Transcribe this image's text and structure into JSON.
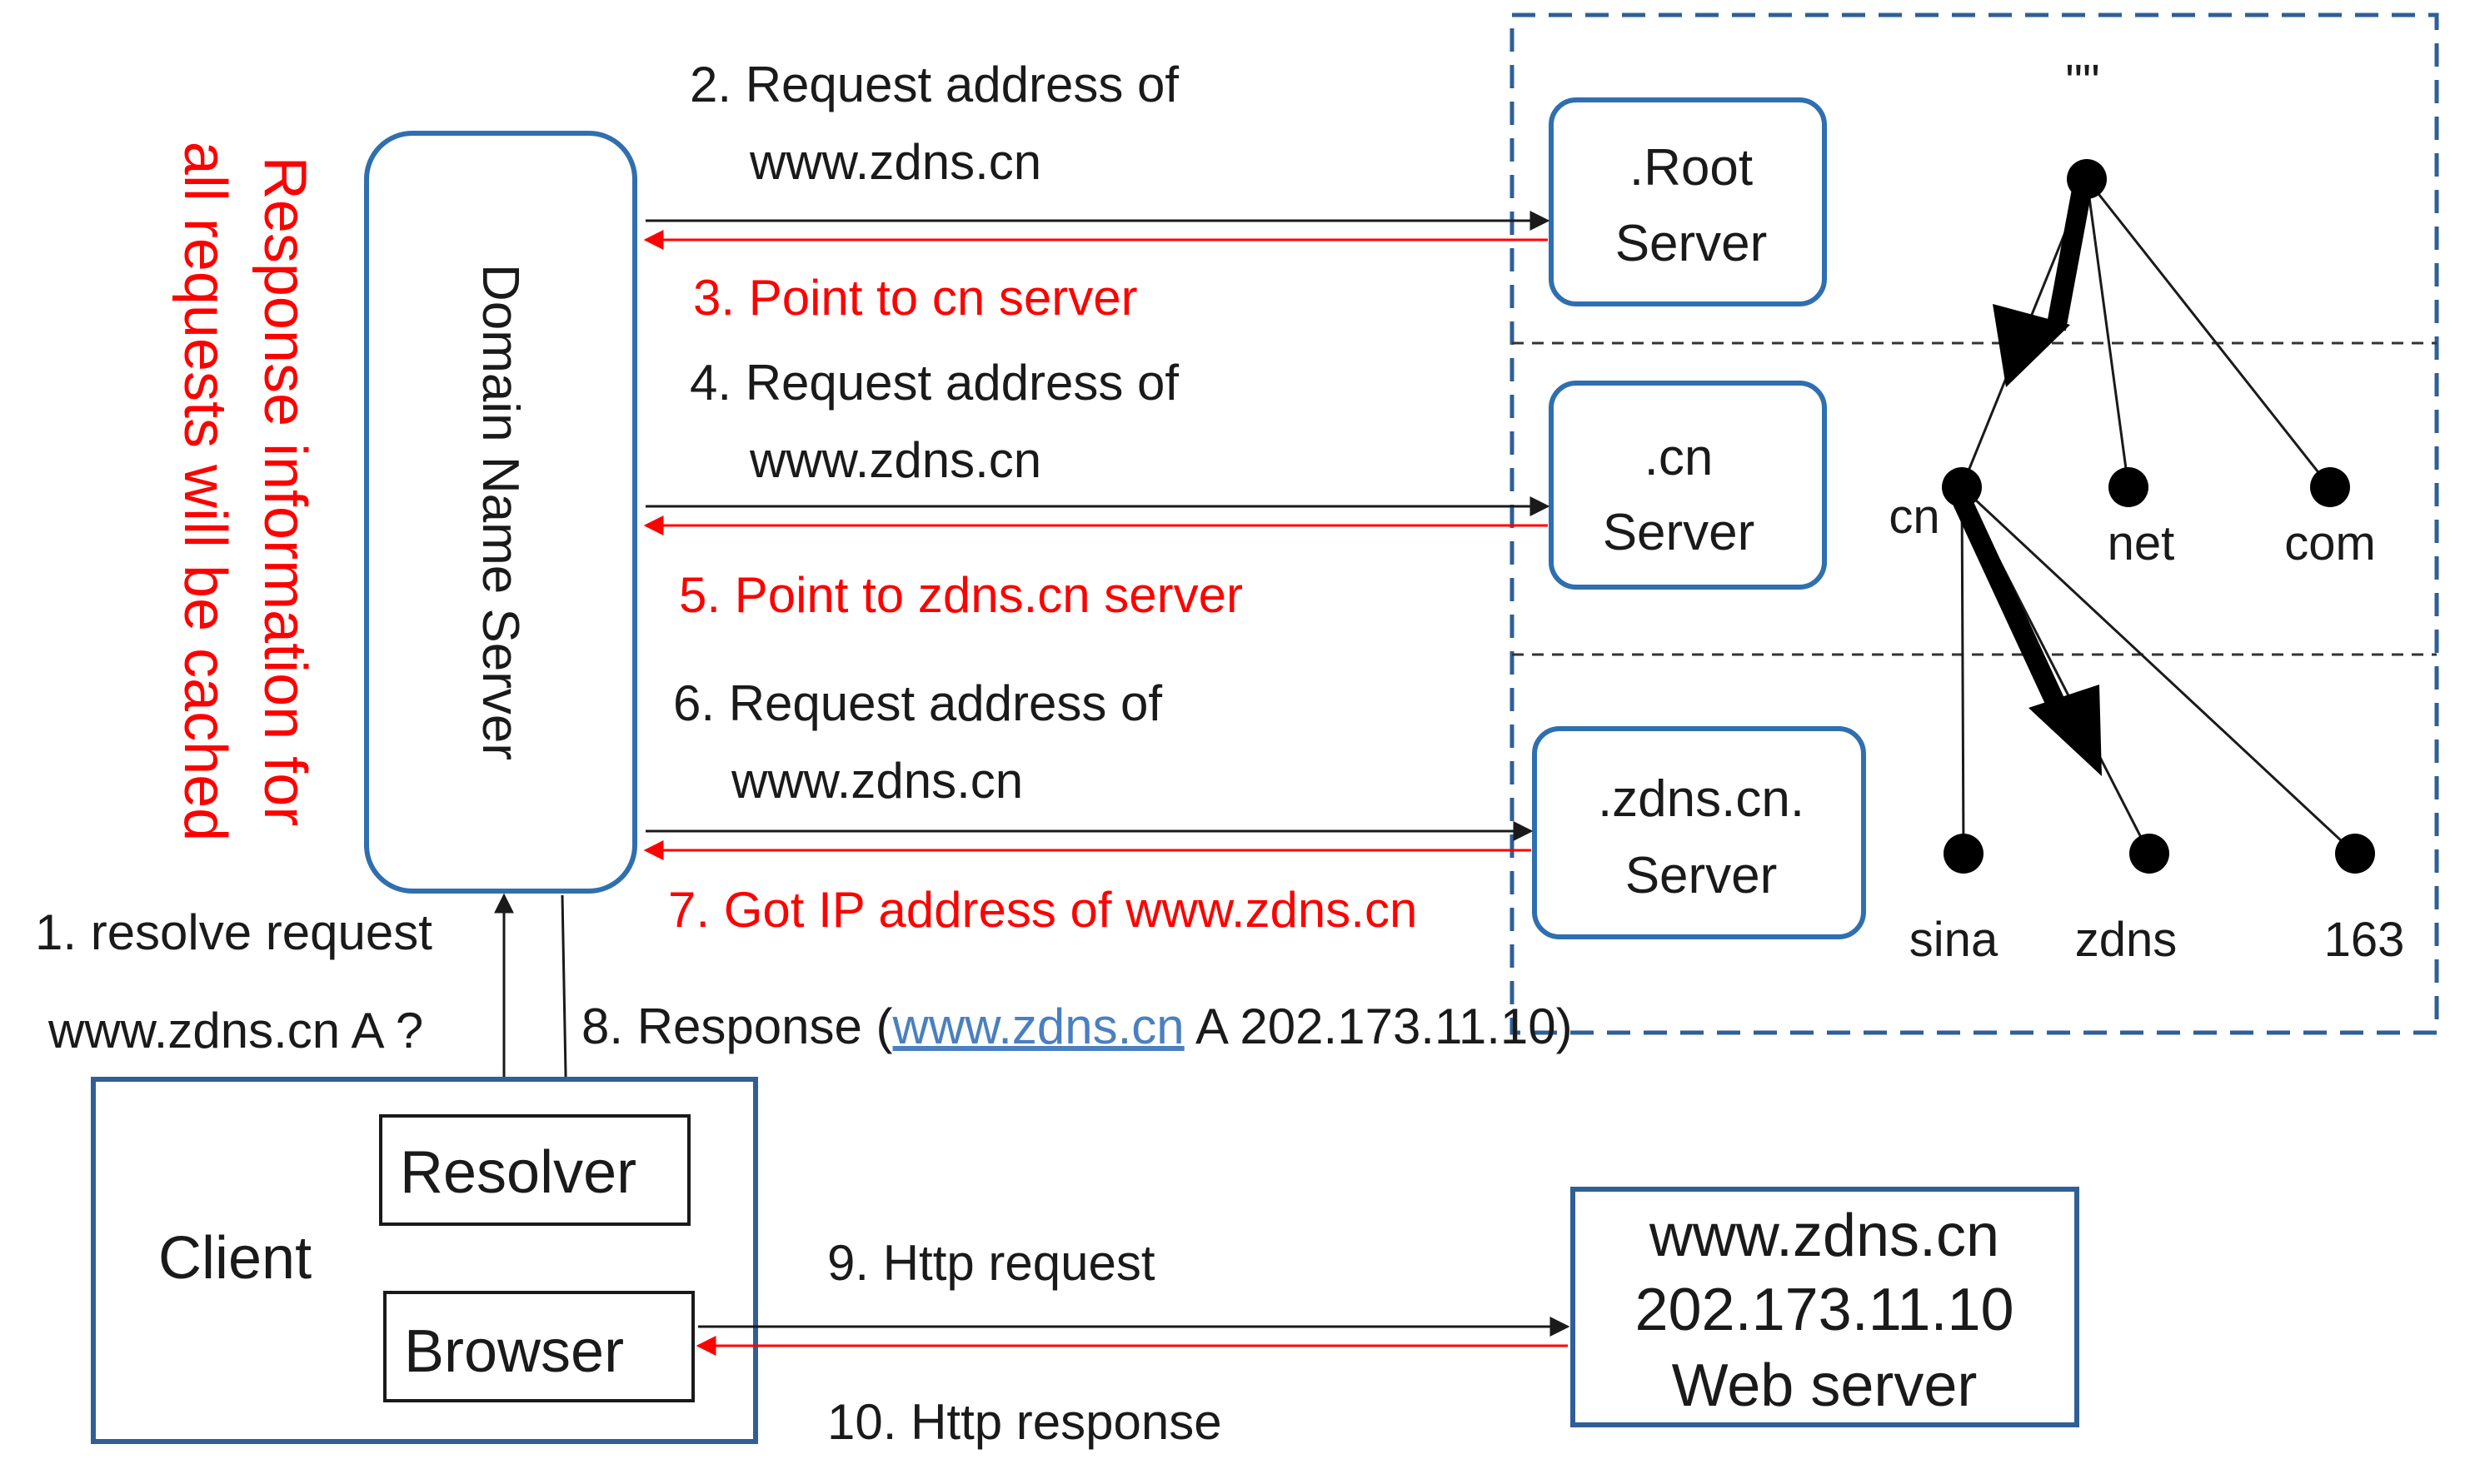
{
  "dns_server": {
    "label": "Domain Name Server"
  },
  "cache_note": {
    "line1": "Response information for",
    "line2": "all requests will be cached"
  },
  "servers": {
    "root": {
      "line1": ".Root",
      "line2": "Server"
    },
    "cn": {
      "line1": ".cn",
      "line2": "Server"
    },
    "zdns": {
      "line1": ".zdns.cn.",
      "line2": "Server"
    }
  },
  "steps": {
    "s1_line1": "1. resolve request",
    "s1_line2": "www.zdns.cn A ?",
    "s2_line1": "2. Request address of",
    "s2_line2": "www.zdns.cn",
    "s3": "3. Point to cn server",
    "s4_line1": "4. Request address of",
    "s4_line2": "www.zdns.cn",
    "s5": "5. Point to zdns.cn server",
    "s6_line1": "6. Request address of",
    "s6_line2": "www.zdns.cn",
    "s7": "7. Got IP address of www.zdns.cn",
    "s8_prefix": "8. Response (",
    "s8_link": "www.zdns.cn",
    "s8_suffix": " A 202.173.11.10)",
    "s9": "9. Http request",
    "s10": "10. Http response"
  },
  "client": {
    "label": "Client",
    "resolver": "Resolver",
    "browser": "Browser"
  },
  "web_server": {
    "line1": "www.zdns.cn",
    "line2": "202.173.11.10",
    "line3": "Web server"
  },
  "tree": {
    "root_label": "\"\"",
    "nodes": {
      "cn": "cn",
      "net": "net",
      "com": "com",
      "sina": "sina",
      "zdns": "zdns",
      "n163": "163"
    }
  },
  "colors": {
    "box_border": "#2f5f96",
    "red": "#ff0000",
    "arrow": "#1a1a1a",
    "link": "#4a7fc1"
  }
}
